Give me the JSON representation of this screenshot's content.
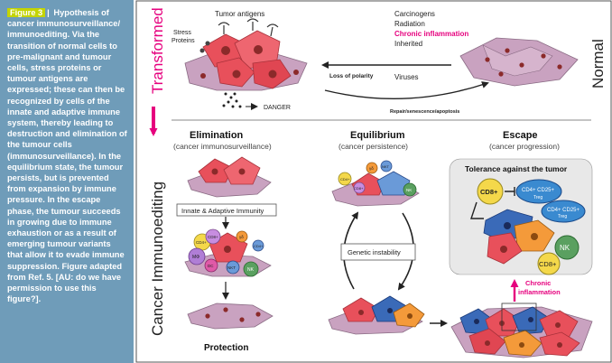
{
  "caption": {
    "figure_label": "Figure 3",
    "separator": "|",
    "text": "Hypothesis of cancer immunosurveillance/ immunoediting. Via the transition of normal cells to pre-malignant and tumour cells, stress proteins or tumour antigens are expressed; these can then be recognized by cells of the innate and adaptive immune system, thereby leading to destruction and elimination of the tumour cells (immunosurveillance). In the equilibrium state, the tumour persists, but is prevented from expansion by immune pressure. In the escape phase, the tumour succeeds in growing due to immune exhaustion or as a result of emerging tumour variants that allow it to evade immune suppression. Figure adapted from Ref. 5. [AU: do we have permission to use this figure?]."
  },
  "figure": {
    "side_labels": {
      "transformed": "Transformed",
      "normal": "Normal",
      "immunoediting": "Cancer Immunoediting"
    },
    "top": {
      "tumor_antigens": "Tumor antigens",
      "stress_proteins_line1": "Stress",
      "stress_proteins_line2": "Proteins",
      "danger": "DANGER",
      "loss_of_polarity": "Loss of polarity",
      "causes": [
        "Carcinogens",
        "Radiation",
        "Chronic inflammation",
        "Inherited"
      ],
      "viruses": "Viruses",
      "repair": "Repair/senescence/apoptosis"
    },
    "phases": {
      "elimination": {
        "title": "Elimination",
        "subtitle": "(cancer immunosurveillance)"
      },
      "equilibrium": {
        "title": "Equilibrium",
        "subtitle": "(cancer persistence)"
      },
      "escape": {
        "title": "Escape",
        "subtitle": "(cancer progression)"
      }
    },
    "elimination": {
      "immunity_box": "Innate & Adaptive Immunity",
      "protection": "Protection",
      "cells": [
        "CD4+",
        "CD8+",
        "γδ",
        "NKT",
        "MΦ",
        "DC",
        "NK",
        "CD4+",
        "CD8+"
      ]
    },
    "equilibrium": {
      "genetic_instability": "Genetic instability",
      "cells": [
        "γδ",
        "NKT",
        "CD8+",
        "NK",
        "CD4+"
      ]
    },
    "escape": {
      "tolerance_title": "Tolerance against the tumor",
      "cd8": "CD8+",
      "treg1": "CD4+ CD25+",
      "treg1_sub": "Treg",
      "treg2": "CD4+ CD25+",
      "treg2_sub": "Treg",
      "nk": "NK",
      "cd8b": "CD8+",
      "chronic_inflammation_line1": "Chronic",
      "chronic_inflammation_line2": "inflammation"
    },
    "colors": {
      "caption_bg": "#6f9cb9",
      "label_green": "#c4d400",
      "magenta": "#e6007e",
      "tumor_red": "#e8505b",
      "normal_purple": "#c9a2c0",
      "nucleus": "#8b2a2a"
    }
  }
}
